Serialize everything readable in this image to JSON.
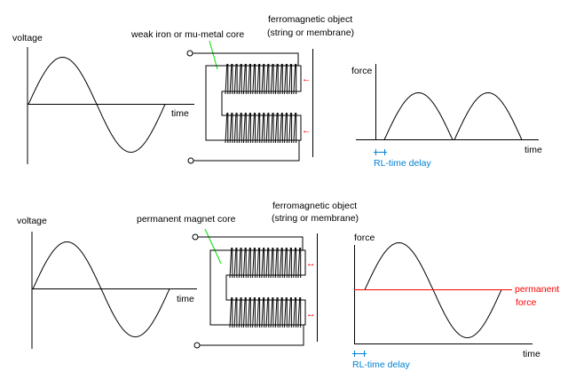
{
  "colors": {
    "line": "#000000",
    "red": "#ff0000",
    "blue": "#0080d0",
    "green": "#00e000"
  },
  "top": {
    "voltage_graph": {
      "y_label": "voltage",
      "x_label": "time"
    },
    "actuator": {
      "core_label": "weak iron or mu-metal core",
      "object_label_line1": "ferromagnetic object",
      "object_label_line2": "(string or membrane)",
      "arrow_glyph": "←"
    },
    "force_graph": {
      "y_label": "force",
      "x_label": "time",
      "delay_label": "RL-time delay"
    }
  },
  "bottom": {
    "voltage_graph": {
      "y_label": "voltage",
      "x_label": "time"
    },
    "actuator": {
      "core_label": "permanent magnet core",
      "object_label_line1": "ferromagnetic object",
      "object_label_line2": "(string or membrane)",
      "arrow_glyph": "↔"
    },
    "force_graph": {
      "y_label": "force",
      "x_label": "time",
      "delay_label": "RL-time delay",
      "offset_label_line1": "permanent",
      "offset_label_line2": "force"
    }
  }
}
